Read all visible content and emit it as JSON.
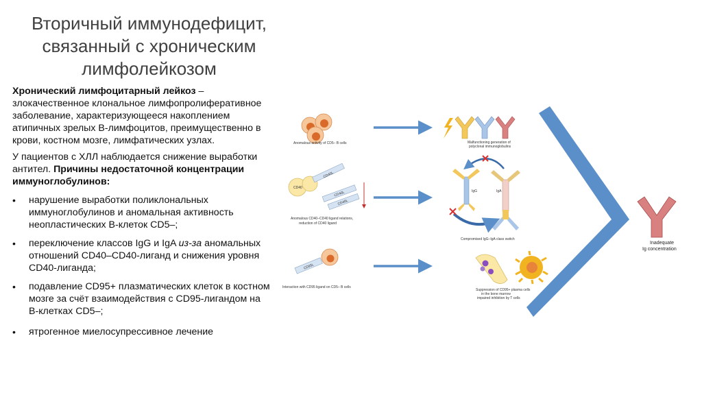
{
  "title": {
    "line1": "Вторичный иммунодефицит,",
    "line2": "связанный с хроническим",
    "line3": "лимфолейкозом"
  },
  "definition": {
    "term": "Хронический лимфоцитарный лейкоз",
    "dash": " –",
    "text": "злокачественное клональное лимфопролиферативное заболевание, характеризующееся накоплением атипичных зрелых В-лимфоцитов, преимущественно в крови, костном мозге, лимфатических узлах."
  },
  "intro": {
    "text": "У пациентов с ХЛЛ наблюдается снижение выработки антител. ",
    "bold": "Причины недостаточной концентрации иммуноглобулинов:"
  },
  "bullets": [
    "нарушение выработки поликлональных иммуноглобулинов и аномальная активность неопластических В-клеток CD5–;",
    {
      "pre": "переключение классов IgG и IgA ",
      "italic": "из-за",
      "post": " аномальных отношений CD40–CD40-лиганд и снижения уровня CD40-лиганда;"
    },
    "подавление CD95+ плазматических клеток в костном мозге за счёт взаимодействия с CD95-лигандом на В-клетках CD5–;",
    " ятрогенное миелосупрессивное лечение"
  ],
  "diagram": {
    "left_labels": {
      "row1": "Anomalous activity of CD5– B cells",
      "row2a": "Anomalous CD40–CD40 ligand relations,",
      "row2b": "reduction of CD40 ligand",
      "row3": "Interaction with CD95 ligand on CD5– B cells"
    },
    "molecule_labels": {
      "cd40": "CD40",
      "cd40l_a": "CD40L",
      "cd40l_b": "CD40L",
      "cd40l_c": "CD40L",
      "cd95": "CD95L"
    },
    "right_labels": {
      "row1a": "Malfunctioning generation of",
      "row1b": "polyclonal immunoglobulins",
      "row2": "Compromised IgG–IgA class switch",
      "row3a": "Suppression of CD95+ plasma cells",
      "row3b": "in the bone marrow",
      "row3c": "impaired inhibition by T cells",
      "igg": "IgG",
      "iga": "IgA"
    },
    "result": {
      "line1": "Inadequate",
      "line2": "Ig concentration"
    },
    "colors": {
      "arrow": "#5b8fc9",
      "chevron": "#5b8fc9",
      "cell_orange": "#e8833a",
      "cell_light": "#f6c79a",
      "antibody_yellow": "#f2c75c",
      "antibody_blue": "#a9c6e8",
      "antibody_red": "#d98080",
      "cross": "#d93030"
    }
  }
}
